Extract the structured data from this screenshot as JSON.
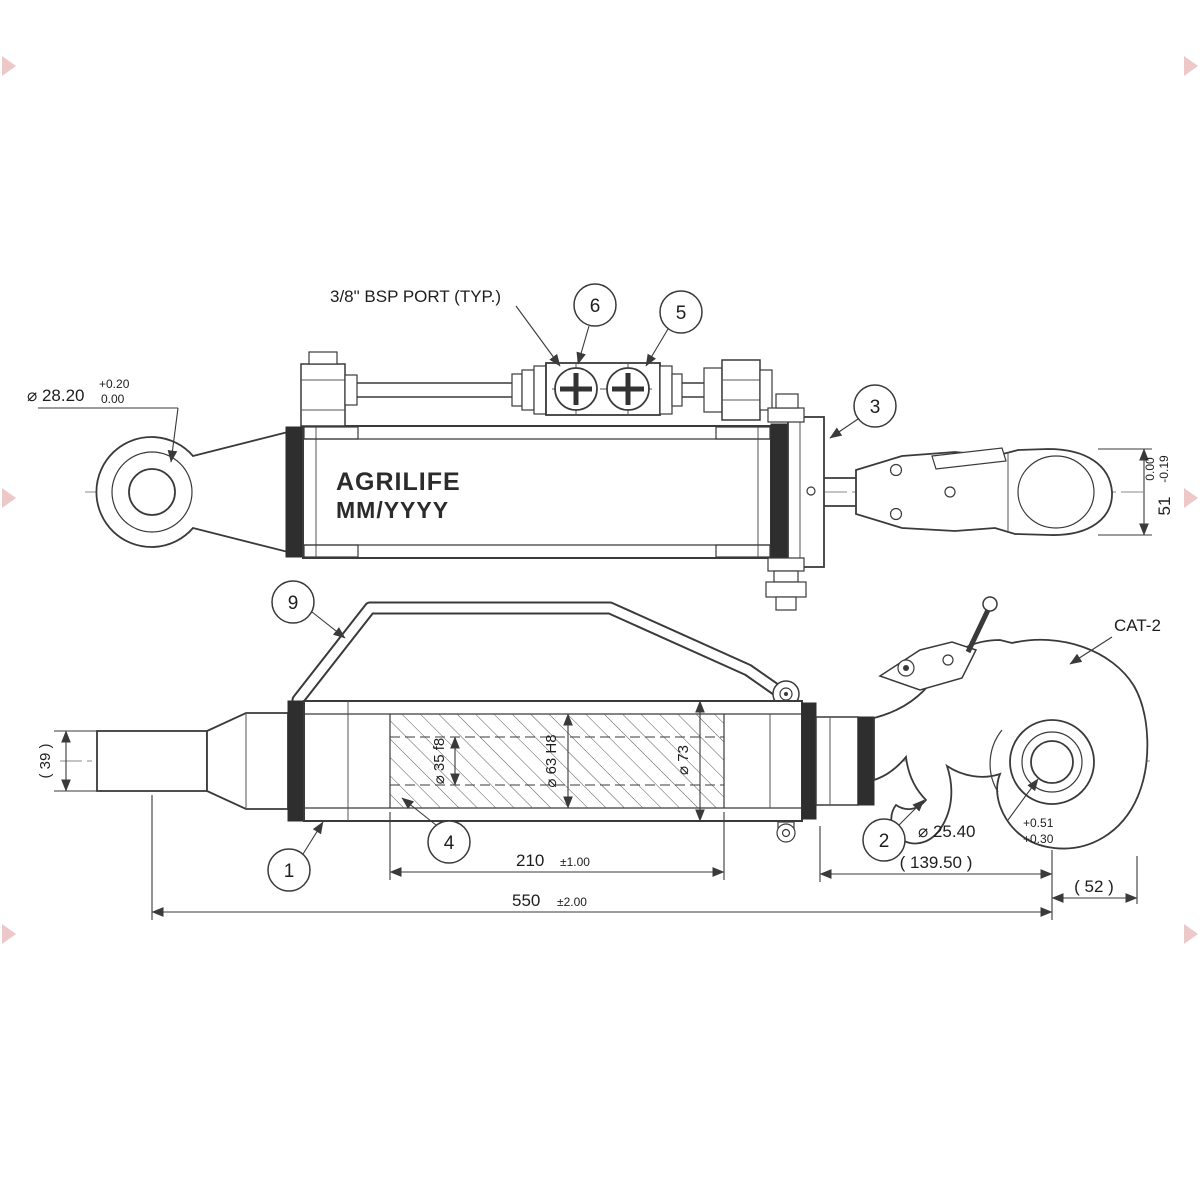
{
  "labels": {
    "bsp_port": "3/8\" BSP PORT (TYP.)",
    "brand": "AGRILIFE",
    "date_code": "MM/YYYY",
    "cat": "CAT-2"
  },
  "balloons": {
    "b1": "1",
    "b2": "2",
    "b3": "3",
    "b4": "4",
    "b5": "5",
    "b6": "6",
    "b9": "9"
  },
  "dims": {
    "eye_dia": {
      "text": "⌀ 28.20",
      "tol_up": "+0.20",
      "tol_lo": "0.00"
    },
    "hook_width": {
      "text": "51",
      "tol_up": "0.00",
      "tol_lo": "-0.19"
    },
    "rod_dia": "( 39 )",
    "rod_bore": "⌀ 35 f8",
    "main_bore": "⌀ 63 H8",
    "tube_od": "⌀ 73",
    "stroke": {
      "text": "210",
      "tol": "±1.00"
    },
    "overall": {
      "text": "550",
      "tol": "±2.00"
    },
    "hook_bore": {
      "text": "⌀ 25.40",
      "tol_up": "+0.51",
      "tol_lo": "+0.30"
    },
    "ref_length": "( 139.50 )",
    "ref_tip": "( 52 )"
  }
}
